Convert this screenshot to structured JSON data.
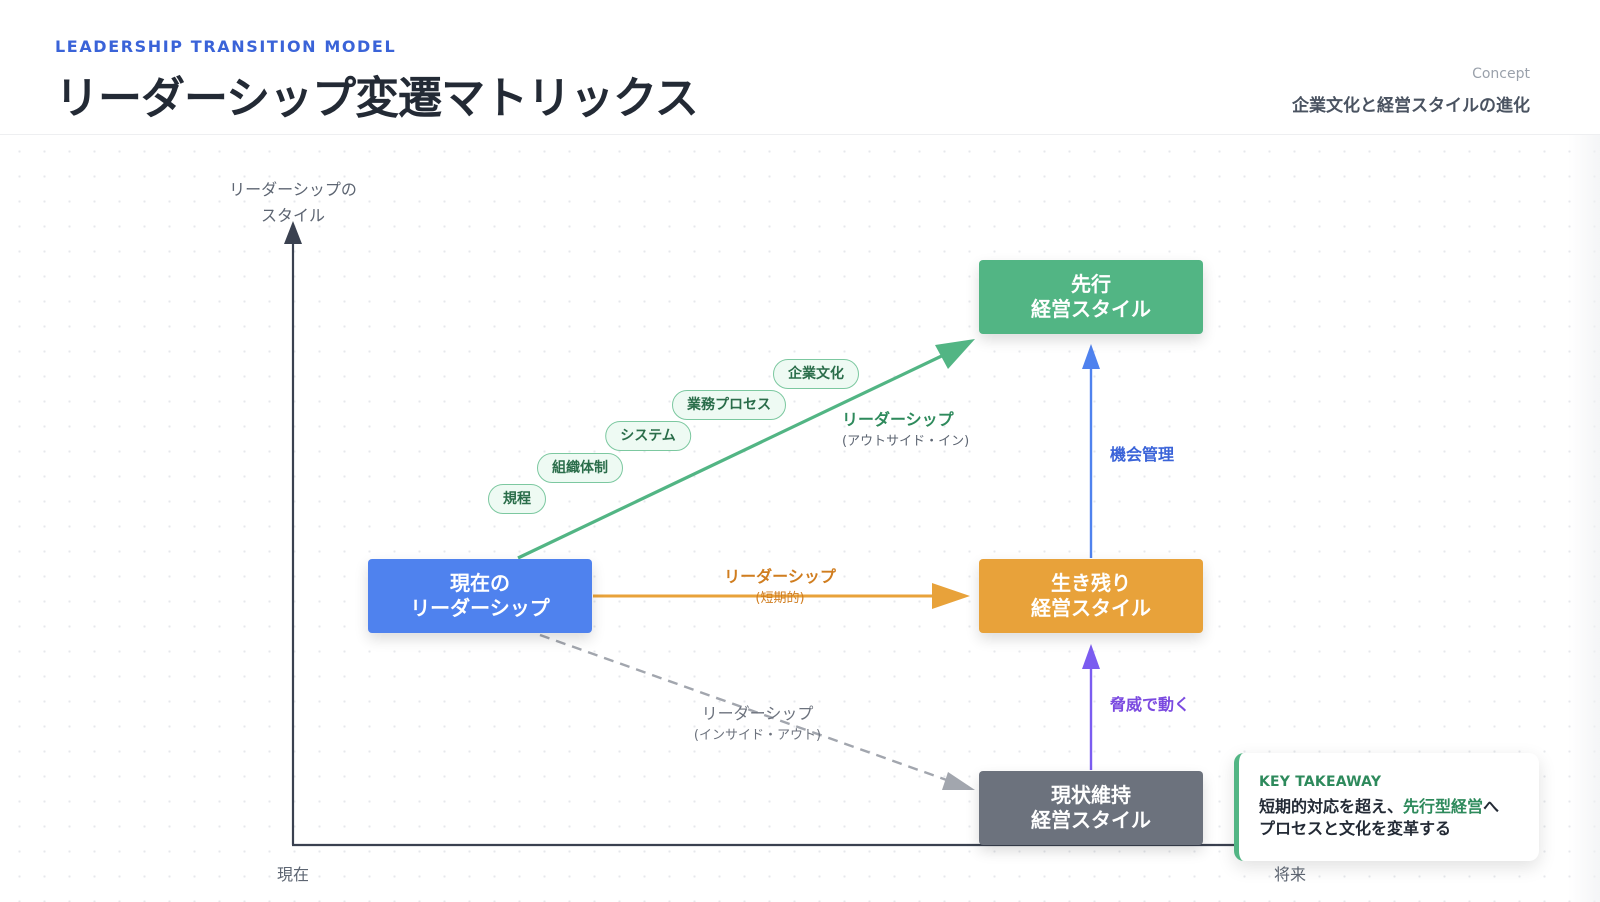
{
  "header": {
    "eyebrow": "LEADERSHIP TRANSITION MODEL",
    "title": "リーダーシップ変遷マトリックス",
    "concept_label": "Concept",
    "subtitle": "企業文化と経営スタイルの進化"
  },
  "axes": {
    "y_label_line1": "リーダーシップの",
    "y_label_line2": "スタイル",
    "x_start_label": "現在",
    "x_end_label": "将来"
  },
  "nodes": {
    "current": {
      "line1": "現在の",
      "line2": "リーダーシップ",
      "color": "#4f82ee"
    },
    "proactive": {
      "line1": "先行",
      "line2": "経営スタイル",
      "color": "#52b584"
    },
    "survival": {
      "line1": "生き残り",
      "line2": "経営スタイル",
      "color": "#e8a23a"
    },
    "status_quo": {
      "line1": "現状維持",
      "line2": "経営スタイル",
      "color": "#6c727d"
    }
  },
  "edges": {
    "outside_in": {
      "main": "リーダーシップ",
      "sub": "(アウトサイド・イン)",
      "color": "#52b584"
    },
    "short_term": {
      "main": "リーダーシップ",
      "sub": "(短期的)",
      "color": "#e8a23a"
    },
    "inside_out": {
      "main": "リーダーシップ",
      "sub": "(インサイド・アウト)",
      "color": "#a2a6ae"
    },
    "opportunity": {
      "label": "機会管理",
      "color": "#4f82ee"
    },
    "threat": {
      "label": "脅威で動く",
      "color": "#7b5cf0"
    }
  },
  "steps": [
    {
      "label": "規程"
    },
    {
      "label": "組織体制"
    },
    {
      "label": "システム"
    },
    {
      "label": "業務プロセス"
    },
    {
      "label": "企業文化"
    }
  ],
  "takeaway": {
    "label": "KEY TAKEAWAY",
    "text_before": "短期的対応を超え、",
    "text_highlight": "先行型経営",
    "text_after": "へ",
    "line2": "プロセスと文化を変革する"
  }
}
